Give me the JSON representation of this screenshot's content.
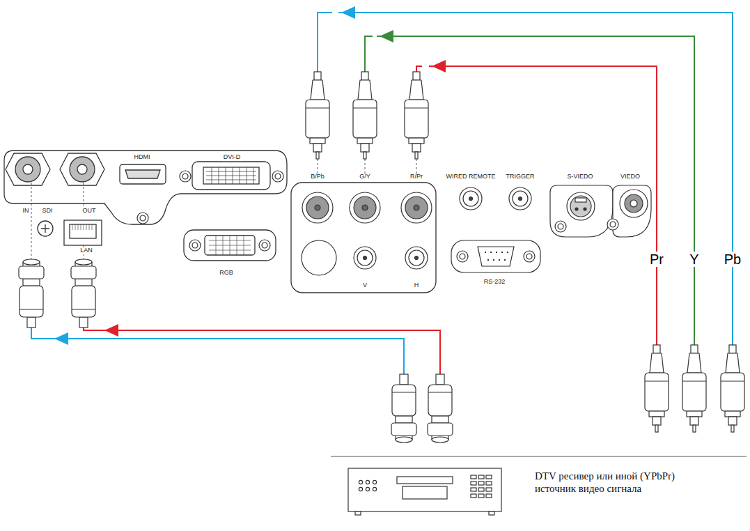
{
  "diagram": {
    "nodes": [
      {
        "text": [
          "DTV ресивер или иной (YPbPr) источник видео сигнала"
        ]
      }
    ],
    "labels": [
      "HDMI",
      "DVI-D",
      "IN",
      "SDI",
      "OUT",
      "LAN",
      "RGB",
      "B/Pb",
      "G/Y",
      "R/Pr",
      "WIRED REMOTE",
      "TRIGGER",
      "S-VIEDO",
      "VIEDO",
      "V",
      "H",
      "RS-232",
      "Pr",
      "Y",
      "Pb"
    ]
  }
}
